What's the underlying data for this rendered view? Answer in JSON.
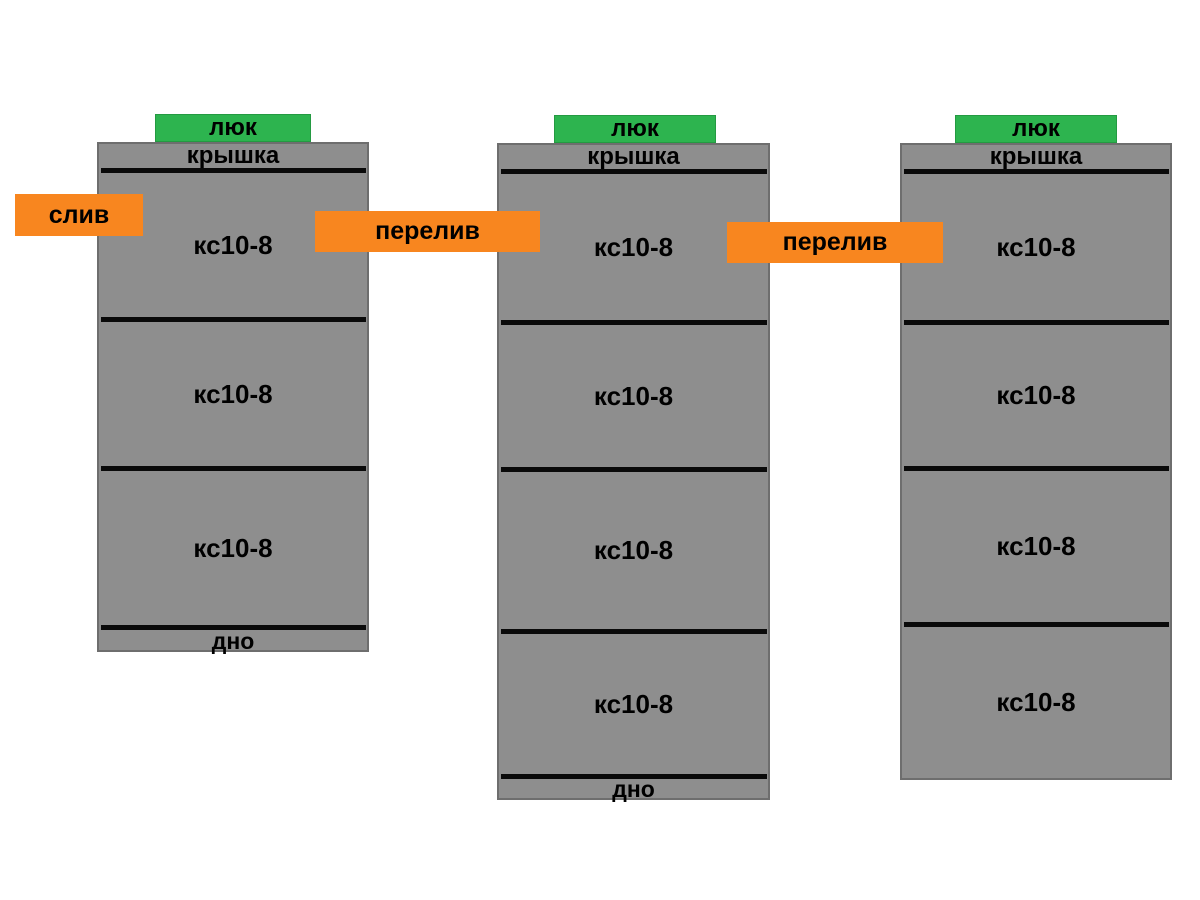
{
  "diagram": {
    "description_note": "",
    "colors": {
      "tank_gray": "#8e8e8e",
      "tank_border": "#6e6e6e",
      "hatch_green": "#2db44f",
      "connector_orange": "#f8861f",
      "divider_black": "#0a0a0a",
      "background": "#ffffff",
      "text": "#000000"
    }
  },
  "tanks": [
    {
      "hatch": "люк",
      "lid": "крышка",
      "rings": [
        "кс10-8",
        "кс10-8",
        "кс10-8"
      ],
      "bottom": "дно"
    },
    {
      "hatch": "люк",
      "lid": "крышка",
      "rings": [
        "кс10-8",
        "кс10-8",
        "кс10-8",
        "кс10-8"
      ],
      "bottom": "дно"
    },
    {
      "hatch": "люк",
      "lid": "крышка",
      "rings": [
        "кс10-8",
        "кс10-8",
        "кс10-8",
        "кс10-8"
      ]
    }
  ],
  "connectors": {
    "drain": "слив",
    "overflow_1": "перелив",
    "overflow_2": "перелив"
  }
}
